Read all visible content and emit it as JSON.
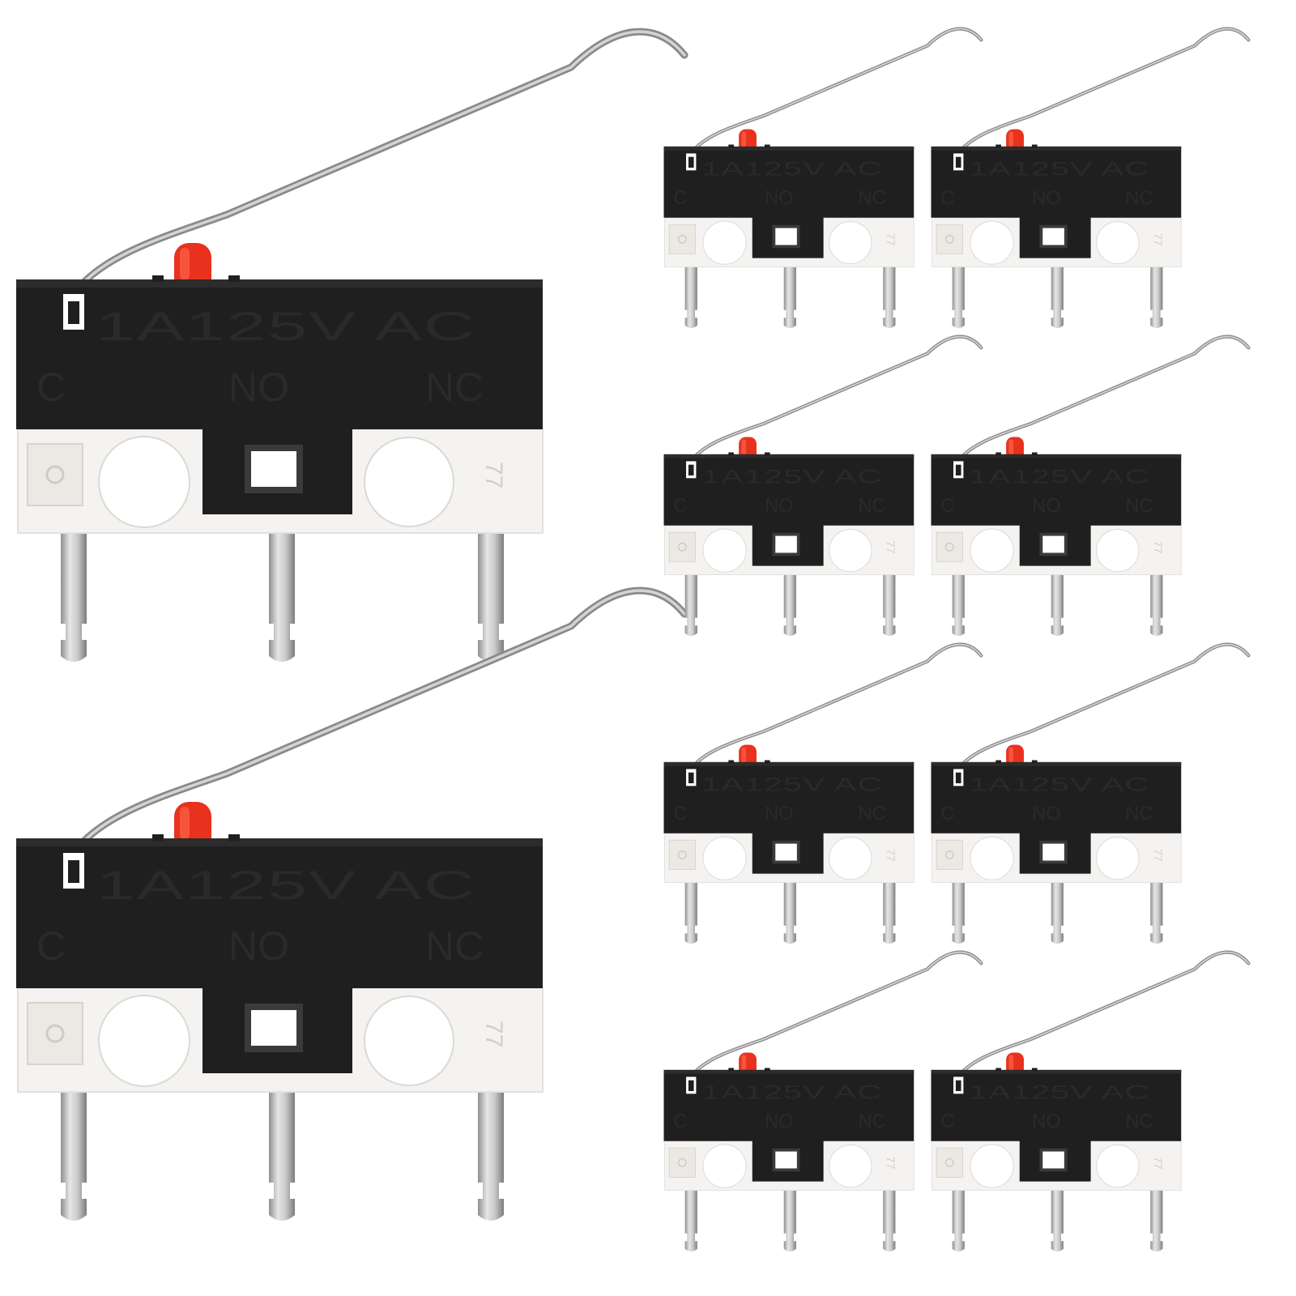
{
  "product": {
    "switches": [
      {
        "marking": "1A125V AC",
        "pin_labels": [
          "C",
          "NO",
          "NC"
        ],
        "side_mark": "77"
      },
      {
        "marking": "1A125V AC",
        "pin_labels": [
          "C",
          "NO",
          "NC"
        ],
        "side_mark": "77"
      },
      {
        "marking": "1A125V AC",
        "pin_labels": [
          "C",
          "NO",
          "NC"
        ],
        "side_mark": "77"
      },
      {
        "marking": "1A125V AC",
        "pin_labels": [
          "C",
          "NO",
          "NC"
        ],
        "side_mark": "77"
      },
      {
        "marking": "1A125V AC",
        "pin_labels": [
          "C",
          "NO",
          "NC"
        ],
        "side_mark": "77"
      },
      {
        "marking": "1A125V AC",
        "pin_labels": [
          "C",
          "NO",
          "NC"
        ],
        "side_mark": "77"
      },
      {
        "marking": "1A125V AC",
        "pin_labels": [
          "C",
          "NO",
          "NC"
        ],
        "side_mark": "77"
      },
      {
        "marking": "1A125V AC",
        "pin_labels": [
          "C",
          "NO",
          "NC"
        ],
        "side_mark": "77"
      },
      {
        "marking": "1A125V AC",
        "pin_labels": [
          "C",
          "NO",
          "NC"
        ],
        "side_mark": "77"
      },
      {
        "marking": "1A125V AC",
        "pin_labels": [
          "C",
          "NO",
          "NC"
        ],
        "side_mark": "77"
      }
    ],
    "colors": {
      "background": "#ffffff",
      "body": "#1f1f1f",
      "base": "#f4f3f1",
      "button": "#e8321e",
      "lever": "#b8b8b8",
      "pin": "#bdbdbd",
      "text": "#2a2a2a"
    }
  }
}
